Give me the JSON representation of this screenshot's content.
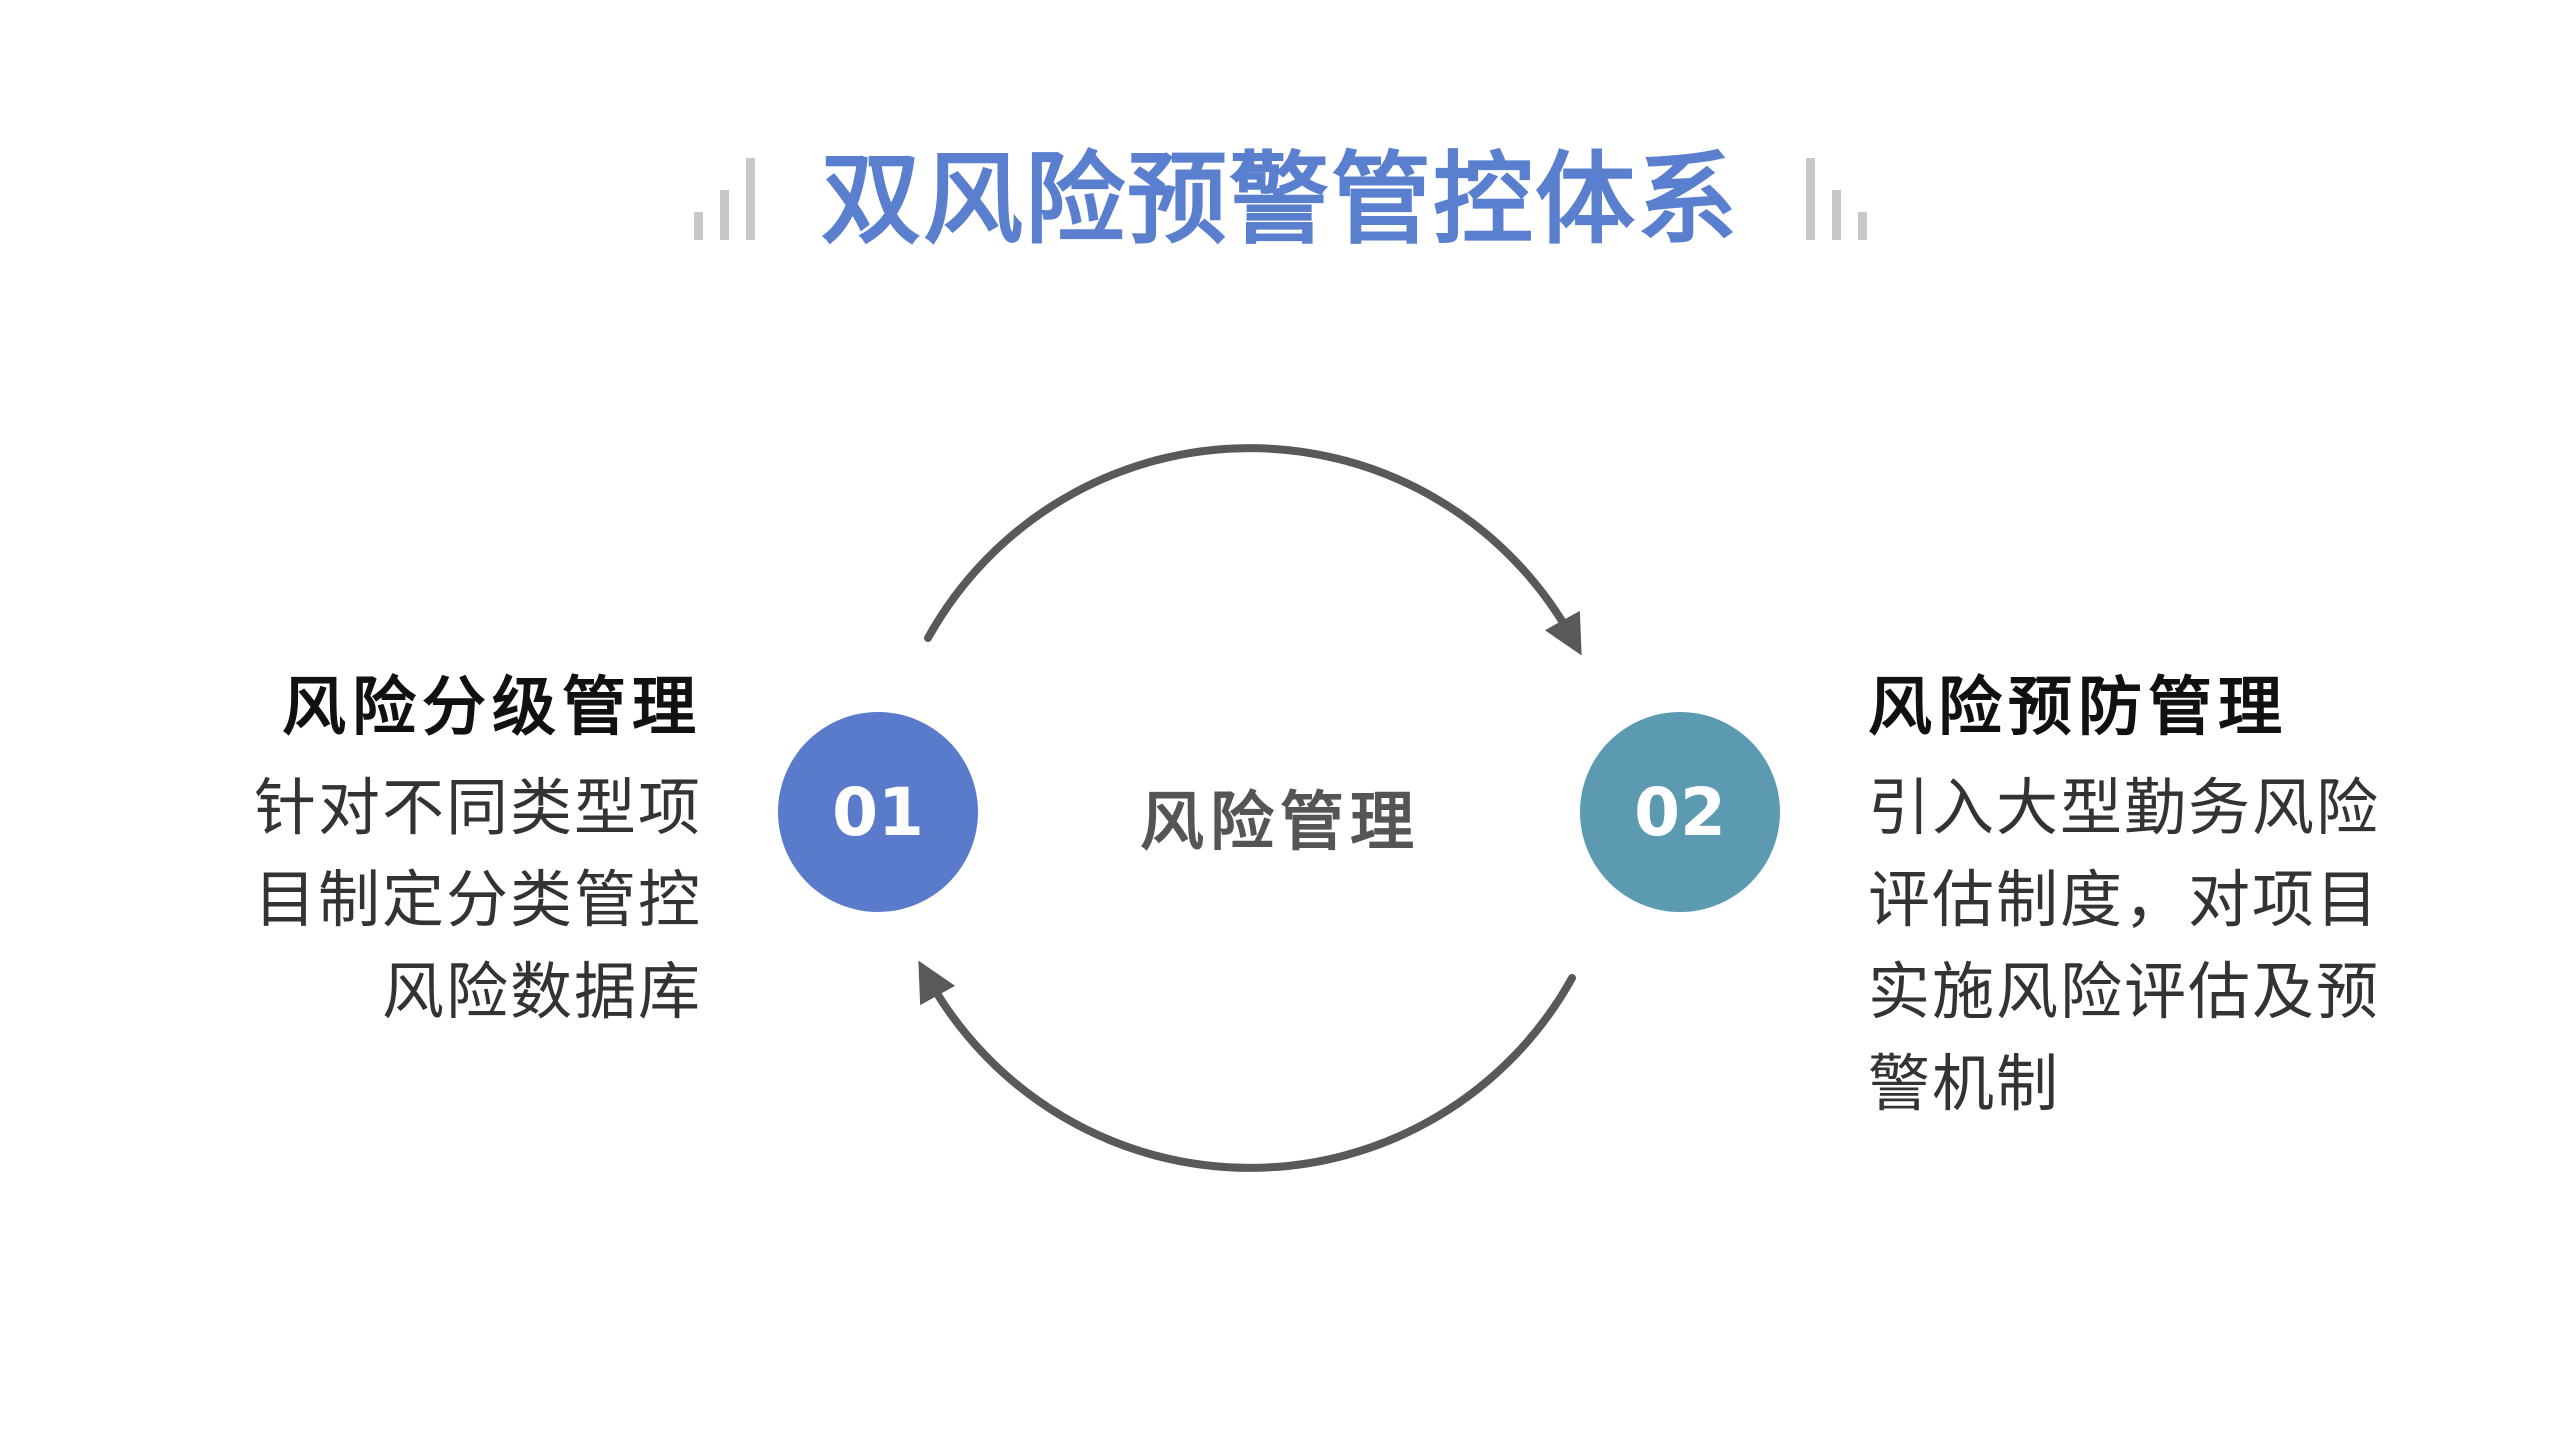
{
  "title": "双风险预警管控体系",
  "center_label": "风险管理",
  "left": {
    "number": "01",
    "heading": "风险分级管理",
    "lines": [
      "针对不同类型项",
      "目制定分类管控",
      "风险数据库"
    ]
  },
  "right": {
    "number": "02",
    "heading": "风险预防管理",
    "lines": [
      "引入大型勤务风险",
      "评估制度，对项目",
      "实施风险评估及预",
      "警机制"
    ]
  },
  "colors": {
    "title": "#5a7fcf",
    "circle_1": "#5a7bcc",
    "circle_2": "#5b9ab0",
    "arrow": "#595959",
    "decor_bars": "#c8c8c8"
  }
}
